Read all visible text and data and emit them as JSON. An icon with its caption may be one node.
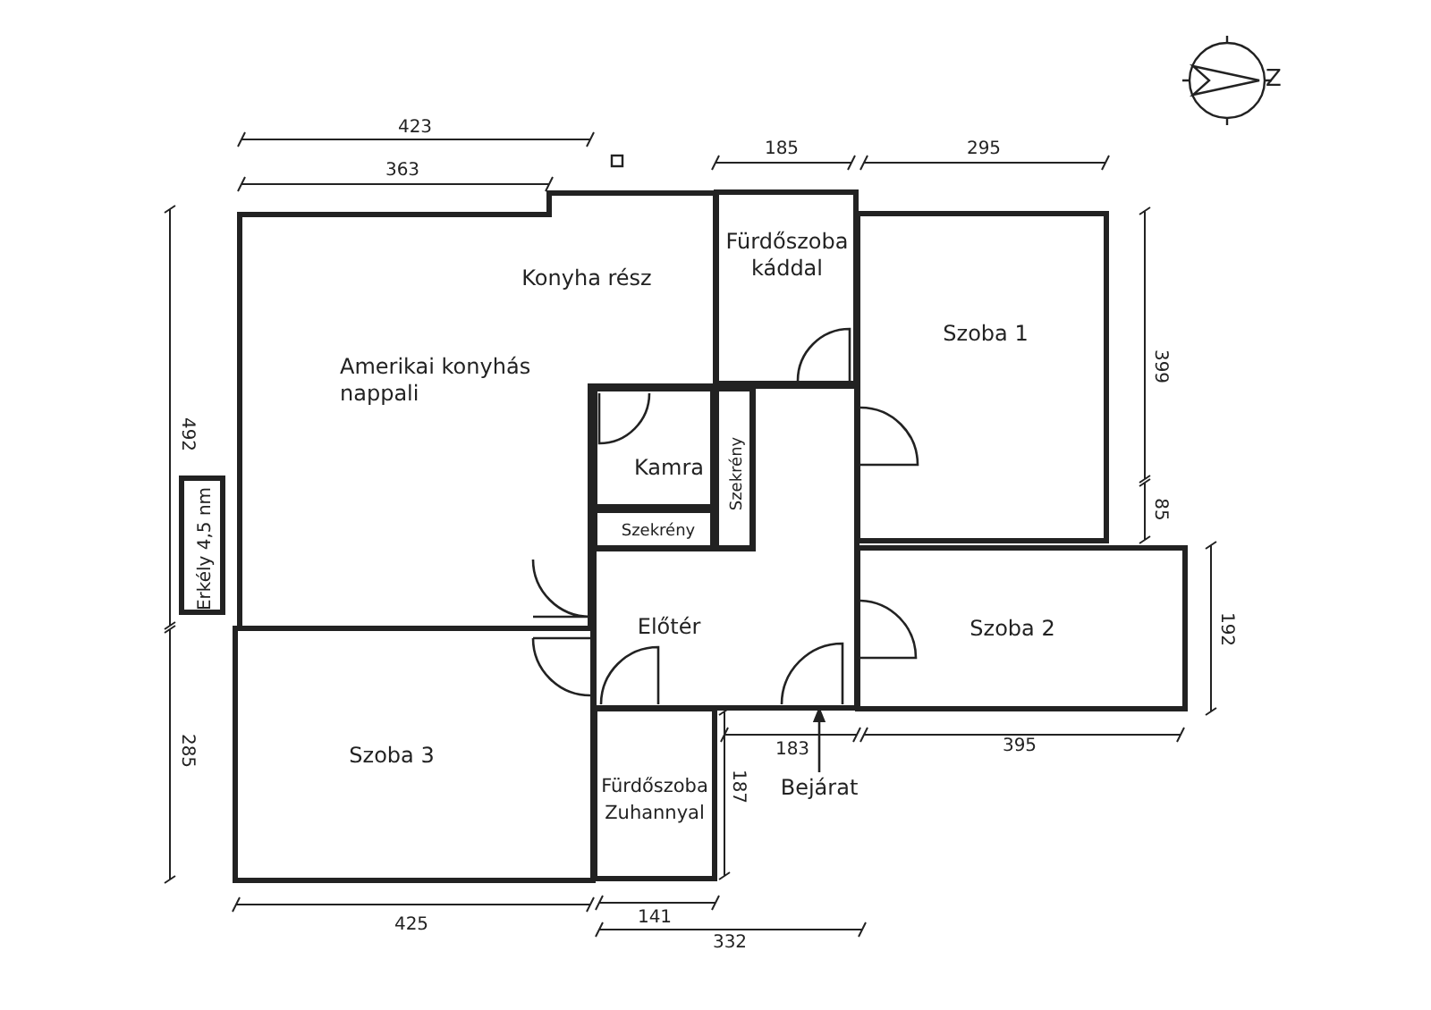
{
  "diagram": {
    "nodes": [
      {
        "text": [
          "Konyha rész",
          "Amerikai konyhás nappali"
        ]
      },
      {
        "text": [
          "Fürdőszoba káddal"
        ]
      },
      {
        "text": [
          "Szoba 1"
        ]
      },
      {
        "text": [
          "Kamra"
        ]
      },
      {
        "text": [
          "Szekrény"
        ]
      },
      {
        "text": [
          "Szekrény"
        ]
      },
      {
        "text": [
          "Erkély 4,5 nm"
        ]
      },
      {
        "text": [
          "Előtér"
        ]
      },
      {
        "text": [
          "Szoba 2"
        ]
      },
      {
        "text": [
          "Szoba 3"
        ]
      },
      {
        "text": [
          "Fürdőszoba Zuhannyal"
        ]
      },
      {
        "text": [
          "Bejárat"
        ]
      }
    ],
    "edges": [
      {
        "from": 11,
        "to": 7,
        "arrow": "to"
      }
    ],
    "labels": [
      "Z",
      "423",
      "185",
      "295",
      "363",
      "399",
      "492",
      "85",
      "192",
      "285",
      "183",
      "395",
      "187",
      "425",
      "141",
      "332"
    ]
  }
}
